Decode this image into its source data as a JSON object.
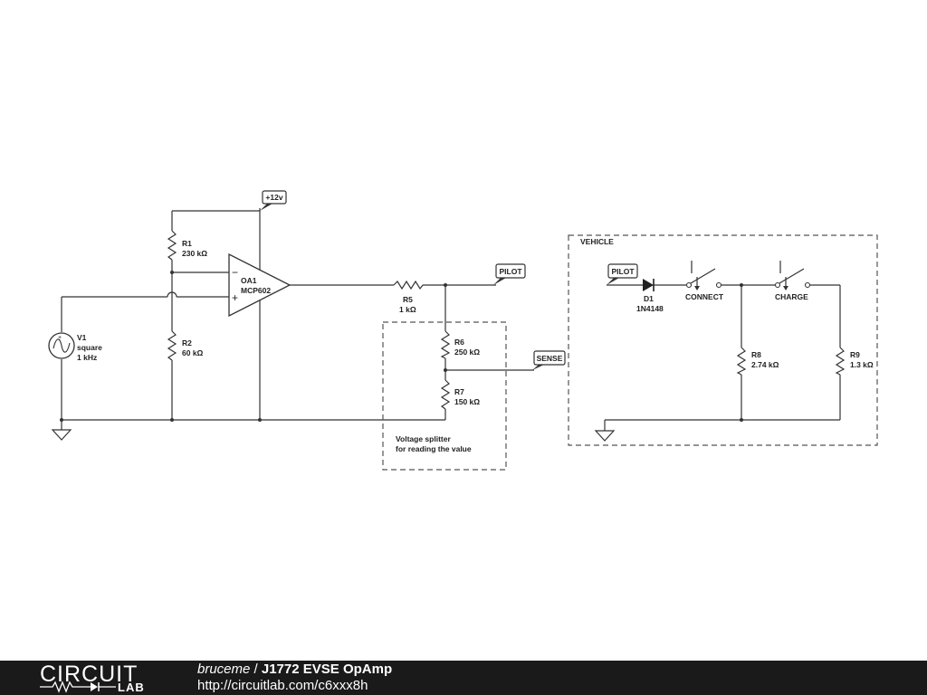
{
  "labels": {
    "tag_12v": "+12v",
    "r1_name": "R1",
    "r1_value": "230 kΩ",
    "r2_name": "R2",
    "r2_value": "60 kΩ",
    "oa1_name": "OA1",
    "oa1_part": "MCP602",
    "oa_minus": "−",
    "oa_plus": "+",
    "v1_name": "V1",
    "v1_wave": "square",
    "v1_freq": "1 kHz",
    "r5_name": "R5",
    "r5_value": "1 kΩ",
    "tag_pilot_left": "PILOT",
    "r6_name": "R6",
    "r6_value": "250 kΩ",
    "r7_name": "R7",
    "r7_value": "150 kΩ",
    "tag_sense": "SENSE",
    "splitter_note_1": "Voltage splitter",
    "splitter_note_2": "for reading the value",
    "vehicle_title": "VEHICLE",
    "tag_pilot_right": "PILOT",
    "d1_name": "D1",
    "d1_part": "1N4148",
    "sw_connect": "CONNECT",
    "sw_charge": "CHARGE",
    "r8_name": "R8",
    "r8_value": "2.74 kΩ",
    "r9_name": "R9",
    "r9_value": "1.3 kΩ"
  },
  "footer": {
    "logo_top": "CIRCUIT",
    "logo_bottom": "LAB",
    "user": "bruceme",
    "separator": " / ",
    "project": "J1772 EVSE OpAmp",
    "url": "http://circuitlab.com/c6xxx8h"
  }
}
